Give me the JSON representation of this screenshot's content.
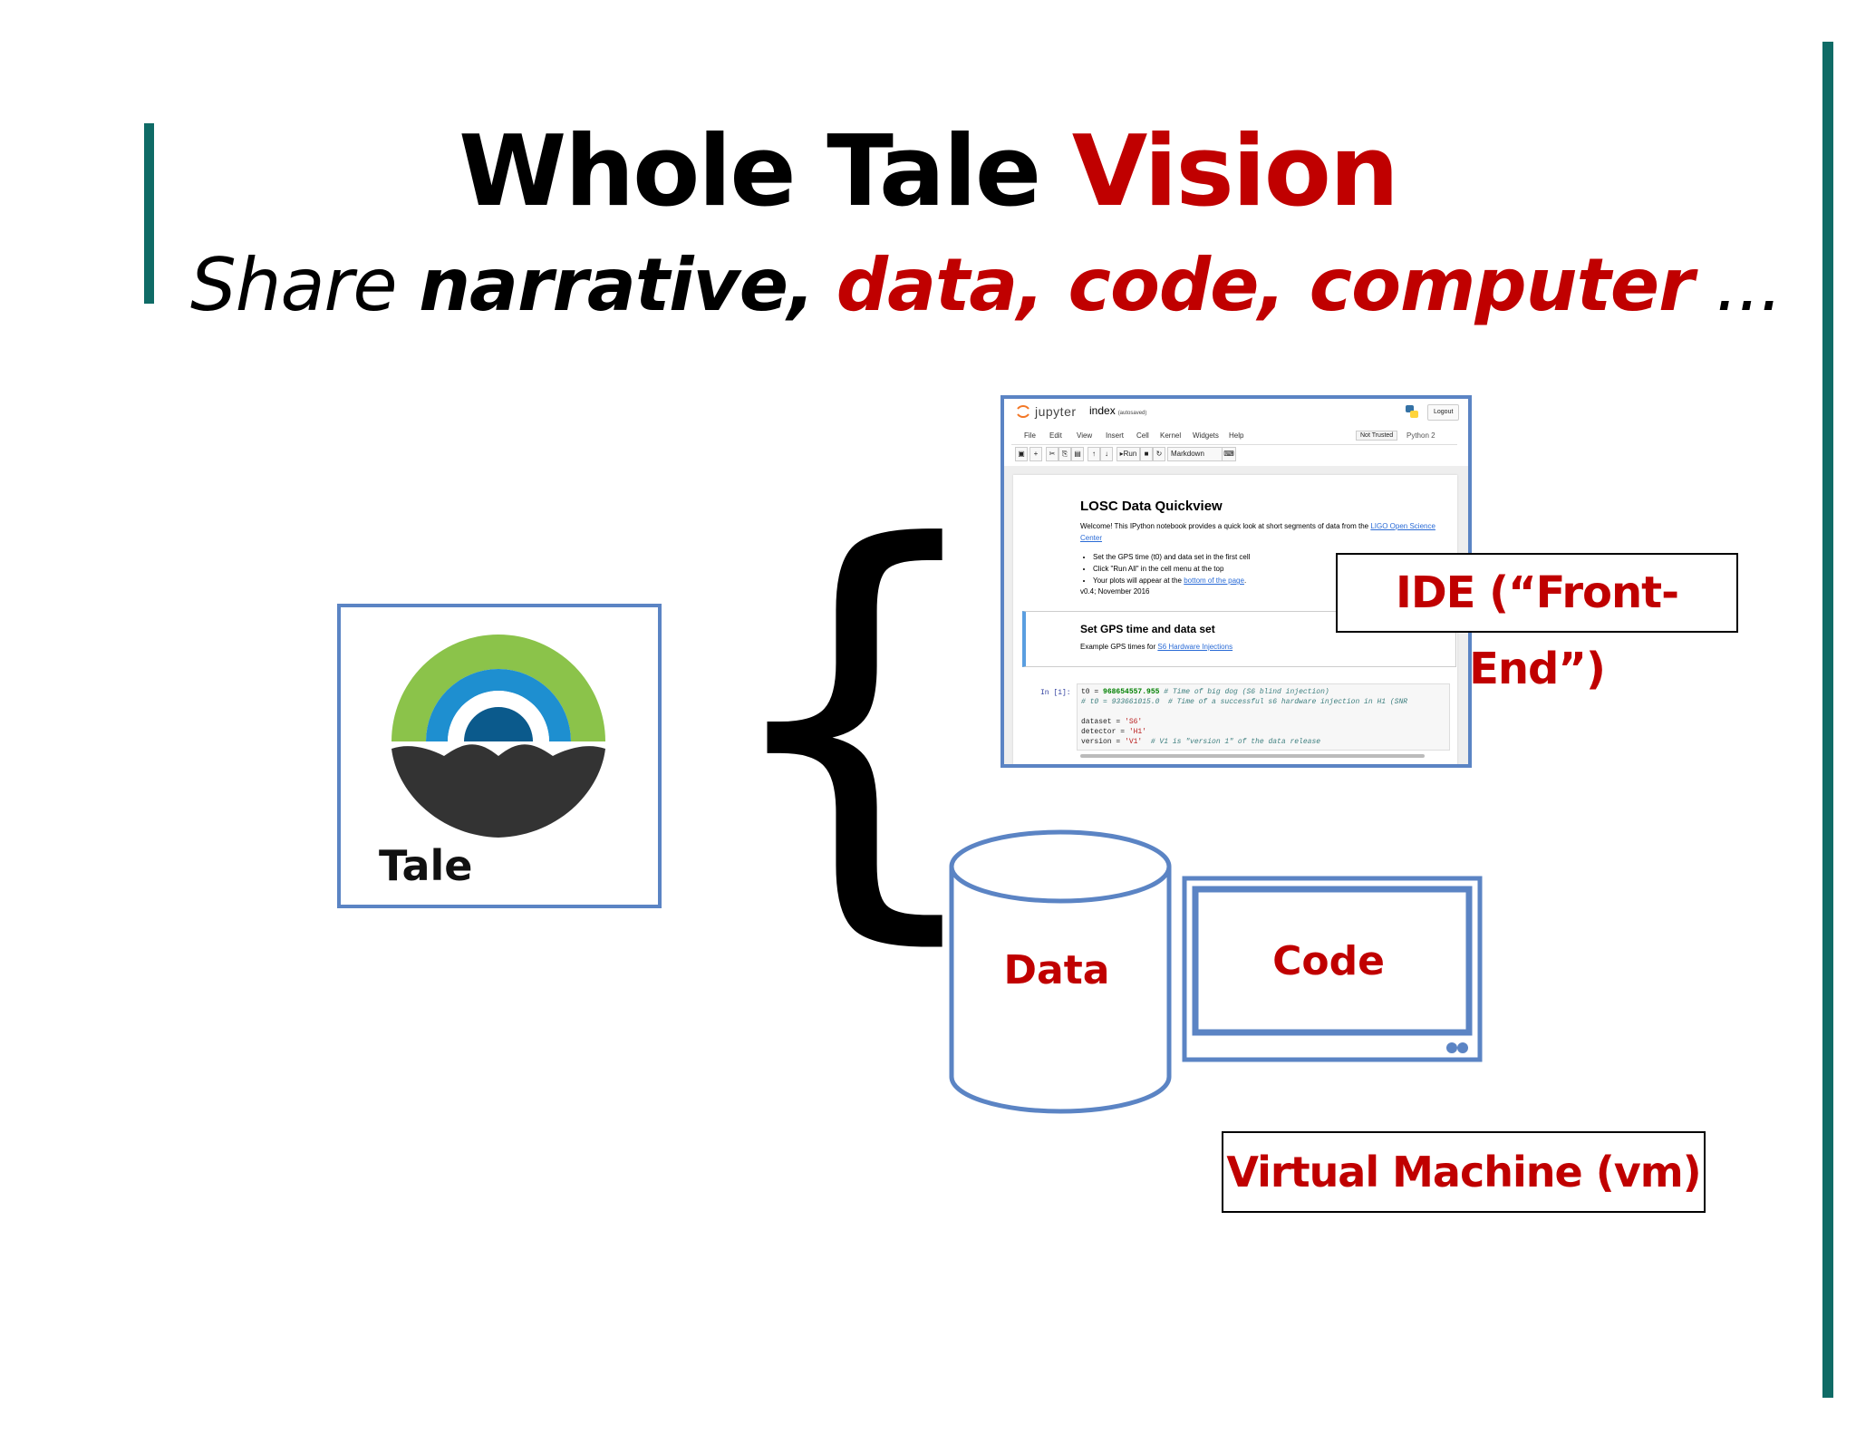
{
  "slide": {
    "title_part1": "Whole Tale",
    "title_part2": "Vision",
    "subtitle": {
      "lead": "Share",
      "narrative": "narrative,",
      "red_items": "data, code, computer",
      "trail": "..."
    },
    "accent_color": "#0f6b66",
    "highlight_color": "#c00000",
    "box_border_color": "#5b84c4"
  },
  "tale": {
    "label": "Tale",
    "icon": "whole-tale-logo-icon"
  },
  "brace": {
    "glyph": "{"
  },
  "jupyter": {
    "brand": "jupyter",
    "notebook_name": "index",
    "autosave": "(autosaved)",
    "logout": "Logout",
    "menu": [
      "File",
      "Edit",
      "View",
      "Insert",
      "Cell",
      "Kernel",
      "Widgets",
      "Help"
    ],
    "trusted": "Not Trusted",
    "kernel": "Python 2",
    "toolbar": {
      "run": "Run",
      "celltype": "Markdown"
    },
    "heading": "LOSC Data Quickview",
    "intro": "Welcome! This IPython notebook provides a quick look at short segments of data from the",
    "intro_link": "LIGO Open Science Center",
    "bullets": [
      "Set the GPS time (t0) and data set in the first cell",
      "Click \"Run All\" in the cell menu at the top",
      "Your plots will appear at the"
    ],
    "bullet_link": "bottom of the page",
    "version": "v0.4; November 2016",
    "heading2": "Set GPS time and data set",
    "example_text": "Example GPS times for",
    "example_link": "S6 Hardware Injections",
    "prompt": "In [1]:",
    "code_lines": {
      "l1a": "t0 = ",
      "l1b": "968654557.955",
      "l1c": " # Time of big dog (S6 blind injection)",
      "l2": "# t0 = 933661015.0  # Time of a successful s6 hardware injection in H1 (SNR",
      "l3a": "dataset = ",
      "l3b": "'S6'",
      "l4a": "detector = ",
      "l4b": "'H1'",
      "l5a": "version = ",
      "l5b": "'V1'",
      "l5c": "  # V1 is \"version 1\" of the data release"
    }
  },
  "labels": {
    "ide": "IDE (“Front-End”)",
    "data": "Data",
    "code": "Code",
    "vm": "Virtual Machine (vm)"
  }
}
